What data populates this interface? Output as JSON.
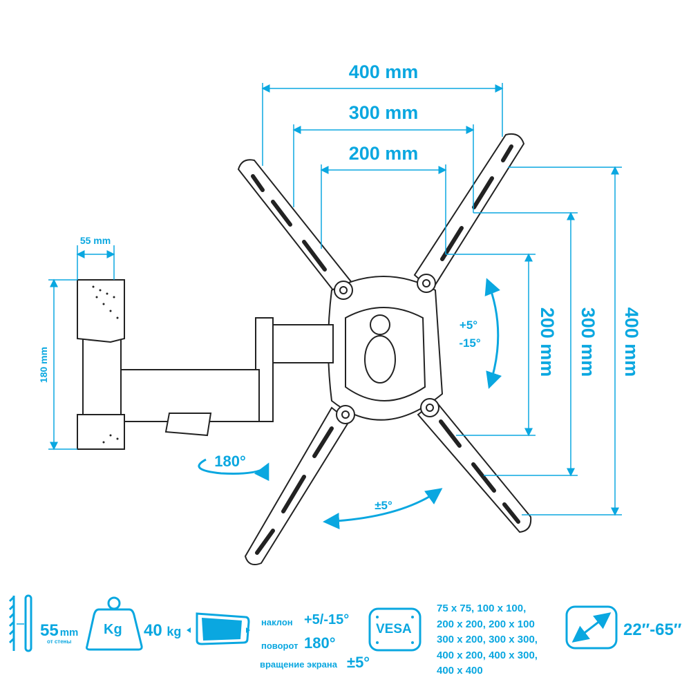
{
  "colors": {
    "accent": "#0aa7e0",
    "line": "#222222"
  },
  "dimensions": {
    "h400": "400 mm",
    "h300": "300 mm",
    "h200": "200 mm",
    "v400": "400 mm",
    "v300": "300 mm",
    "v200": "200 mm",
    "depth": "55 mm",
    "height": "180 mm"
  },
  "motion": {
    "tilt_up": "+5°",
    "tilt_down": "-15°",
    "swivel": "180°",
    "rotate": "±5°"
  },
  "specs": {
    "depth_value": "55",
    "depth_unit": "mm",
    "depth_caption": "от стены",
    "weight_icon_label": "Kg",
    "weight_value": "40",
    "weight_unit": "kg",
    "tilt_label": "наклон",
    "tilt_value": "+5/-15°",
    "swivel_label": "поворот",
    "swivel_value": "180°",
    "rotate_label": "вращение экрана",
    "rotate_value": "±5°",
    "vesa_icon_label": "VESA",
    "vesa_list": [
      "75 x 75, 100 x 100,",
      "200 x 200, 200 x 100",
      "300 x 200, 300 x 300,",
      "400 x 200, 400 x 300,",
      "400 x 400"
    ],
    "screen_size": "22″-65″"
  }
}
